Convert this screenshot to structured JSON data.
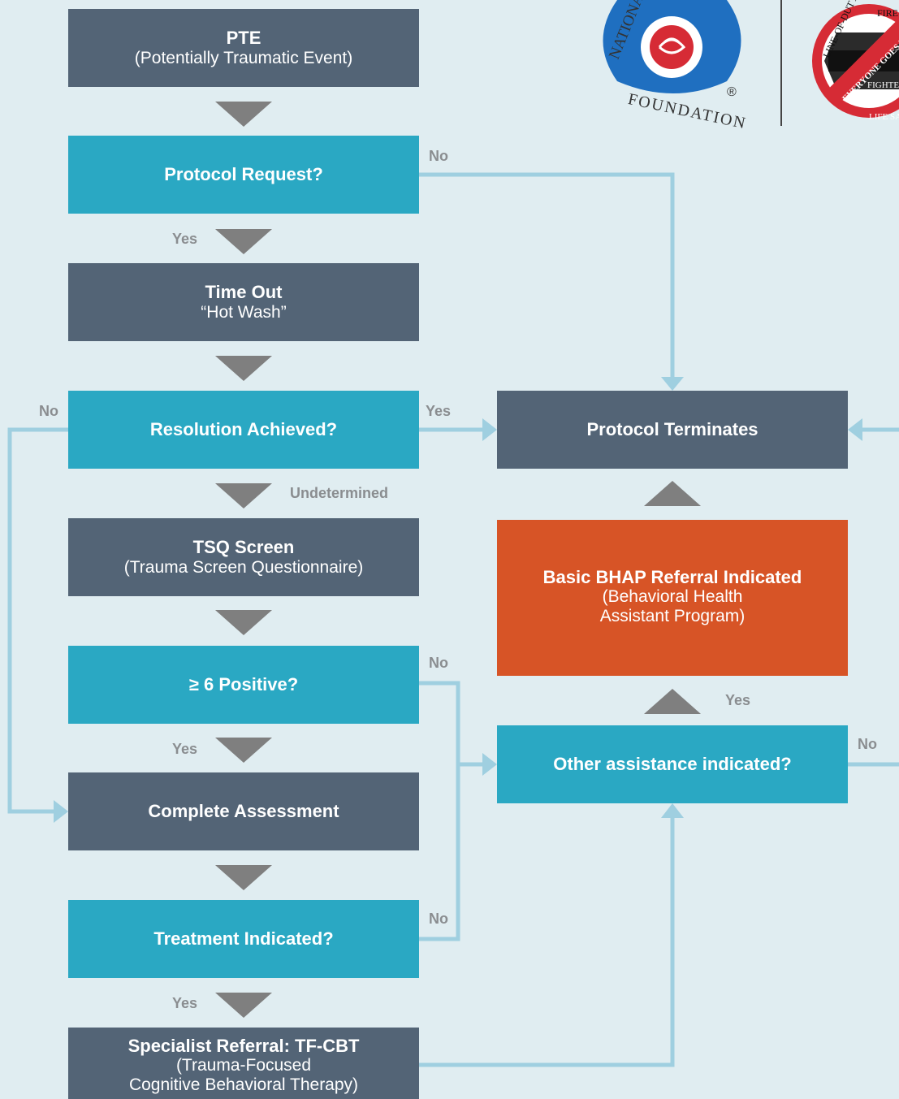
{
  "colors": {
    "background": "#e0edf1",
    "dark_box": "#536476",
    "teal_box": "#2aa8c3",
    "orange_box": "#d75426",
    "connector_line": "#9fcfe0",
    "down_arrow": "#7f7f7f",
    "label_text": "#8a8d90"
  },
  "boxes": {
    "pte": {
      "title": "PTE",
      "sub": "(Potentially Traumatic Event)"
    },
    "protocol_request": {
      "title": "Protocol Request?"
    },
    "time_out": {
      "title": "Time Out",
      "sub": "“Hot Wash”"
    },
    "resolution": {
      "title": "Resolution Achieved?"
    },
    "tsq": {
      "title": "TSQ Screen",
      "sub": "(Trauma Screen Questionnaire)"
    },
    "six_positive": {
      "title": "≥ 6 Positive?"
    },
    "complete_assessment": {
      "title": "Complete Assessment"
    },
    "treatment": {
      "title": "Treatment Indicated?"
    },
    "specialist": {
      "title": "Specialist Referral: TF-CBT",
      "sub_line1": "(Trauma-Focused",
      "sub_line2": "Cognitive Behavioral Therapy)"
    },
    "protocol_terminates": {
      "title": "Protocol Terminates"
    },
    "bhap": {
      "title": "Basic BHAP Referral Indicated",
      "sub_line1": "(Behavioral Health",
      "sub_line2": "Assistant Program)"
    },
    "other_assistance": {
      "title": "Other assistance indicated?"
    }
  },
  "labels": {
    "request_no": "No",
    "request_yes": "Yes",
    "resolution_no": "No",
    "resolution_yes": "Yes",
    "undetermined": "Undetermined",
    "six_no": "No",
    "six_yes": "Yes",
    "treatment_no": "No",
    "treatment_yes": "Yes",
    "other_yes": "Yes",
    "other_no": "No"
  },
  "logos": {
    "nfff_top": "NATIONAL FALLEN FIREFIGHTERS",
    "nfff_bottom": "FOUNDATION",
    "registered_mark": "®",
    "seal_top": "LINE-OF-DUTY",
    "seal_word1": "FIRE",
    "seal_band": "EVERYONE GOES HOME",
    "seal_word2": "FIGHTER",
    "seal_bottom": "LIFE SAFETY"
  }
}
